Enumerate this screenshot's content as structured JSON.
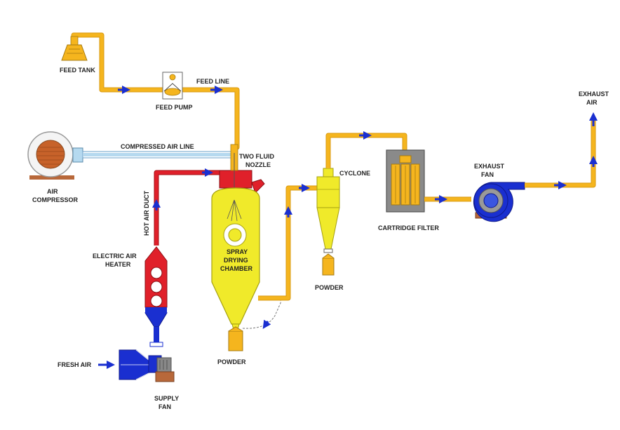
{
  "labels": {
    "feed_tank": "FEED TANK",
    "feed_line": "FEED LINE",
    "feed_pump": "FEED PUMP",
    "compressed_air_line": "COMPRESSED AIR LINE",
    "two_fluid": "TWO FLUID",
    "nozzle": "NOZZLE",
    "air": "AIR",
    "compressor": "COMPRESSOR",
    "hot_air_duct": "HOT AIR DUCT",
    "electric_air": "ELECTRIC AIR",
    "heater": "HEATER",
    "spray": "SPRAY",
    "drying": "DRYING",
    "chamber": "CHAMBER",
    "fresh_air": "FRESH AIR",
    "supply": "SUPPLY",
    "fan": "FAN",
    "powder_1": "POWDER",
    "powder_2": "POWDER",
    "cyclone": "CYCLONE",
    "cartridge_filter": "CARTRIDGE FILTER",
    "exhaust": "EXHAUST",
    "exhaust_fan_2": "FAN",
    "exhaust_air_1": "EXHAUST",
    "exhaust_air_2": "AIR"
  },
  "colors": {
    "feed_line": "#f5b51e",
    "compressed_air": "#b5d9ef",
    "hot_air": "#e0202a",
    "fresh_air": "#1a2fd0",
    "chamber": "#f0ea2a",
    "filter": "#8a8a8a",
    "base": "#b8683a",
    "arrow": "#1a2fd0"
  }
}
